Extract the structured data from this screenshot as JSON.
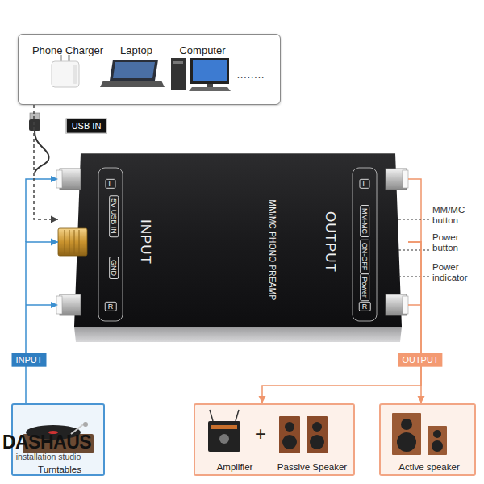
{
  "diagram": {
    "nodes": [
      {
        "text": [
          "Phone Charger",
          "Laptop",
          "Computer",
          "........"
        ]
      },
      {
        "text": [
          "MM/MC PHONO PREAMP"
        ]
      },
      {
        "text": [
          "Turntables"
        ]
      },
      {
        "text": [
          "Amplifier",
          "Passive Speaker"
        ]
      },
      {
        "text": [
          "Active speaker"
        ]
      }
    ],
    "edges": [
      {
        "from": 0,
        "to": 1,
        "arrow": "to"
      },
      {
        "from": 2,
        "to": 1,
        "arrow": "to"
      },
      {
        "from": 1,
        "to": 3,
        "arrow": "to"
      },
      {
        "from": 1,
        "to": 4,
        "arrow": "to"
      }
    ],
    "labels": [
      "USB IN",
      "INPUT",
      "5V USB IN",
      "GND",
      "L",
      "R",
      "OUTPUT",
      "Power",
      "ON-OFF",
      "MM-MC",
      "L",
      "R",
      "MM/MC button",
      "Power button",
      "Power indicator",
      "INPUT",
      "OUTPUT",
      "+",
      "DASHAUS",
      "installation studio"
    ]
  }
}
